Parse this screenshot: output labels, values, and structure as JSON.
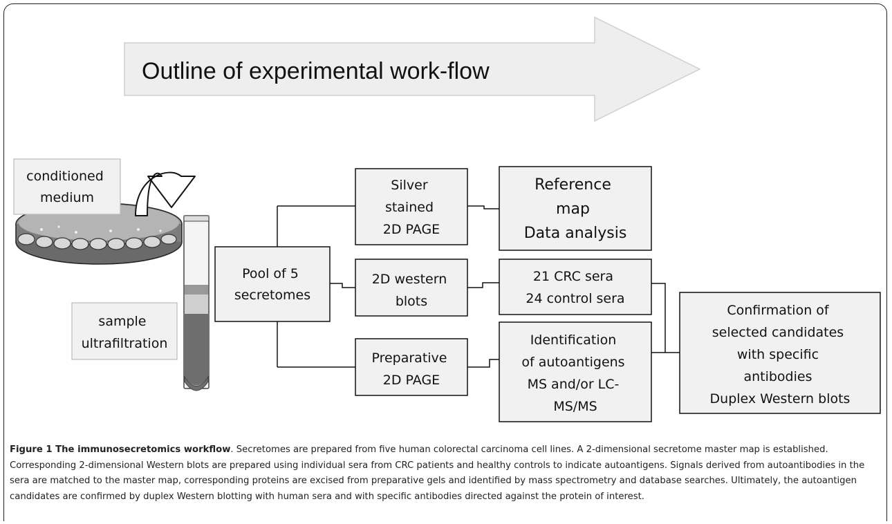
{
  "banner": {
    "title": "Outline of experimental work-flow"
  },
  "nodes": {
    "conditioned_medium": [
      "conditioned",
      "medium"
    ],
    "sample_ultrafiltration": [
      "sample",
      "ultrafiltration"
    ],
    "pool": [
      "Pool of 5",
      "secretomes"
    ],
    "silver": [
      "Silver",
      "stained",
      "2D PAGE"
    ],
    "western": [
      "2D western",
      "blots"
    ],
    "preparative": [
      "Preparative",
      "2D PAGE"
    ],
    "reference": [
      "Reference",
      "map",
      "Data analysis"
    ],
    "sera": [
      "21 CRC sera",
      "24 control sera"
    ],
    "identification": [
      "Identification",
      "of autoantigens",
      "MS and/or LC-",
      "MS/MS"
    ],
    "confirmation": [
      "Confirmation of",
      "selected candidates",
      "with specific",
      "antibodies",
      "Duplex Western blots"
    ]
  },
  "caption": {
    "label": "Figure 1 The immunosecretomics workflow",
    "text": ". Secretomes are prepared from five human colorectal carcinoma cell lines. A 2-dimensional secretome master map is established. Corresponding 2-dimensional Western blots are prepared using individual sera from CRC patients and healthy controls to indicate autoantigens. Signals derived from autoantibodies in the sera are matched to the master map, corresponding proteins are excised from preparative gels and identified by mass spectrometry and database searches. Ultimately, the autoantigen candidates are confirmed by duplex Western blotting with human sera and with specific antibodies directed against the protein of interest."
  },
  "colors": {
    "box_fill": "#f1f1f1",
    "line": "#111111",
    "banner_fill": "#eeeeee"
  }
}
